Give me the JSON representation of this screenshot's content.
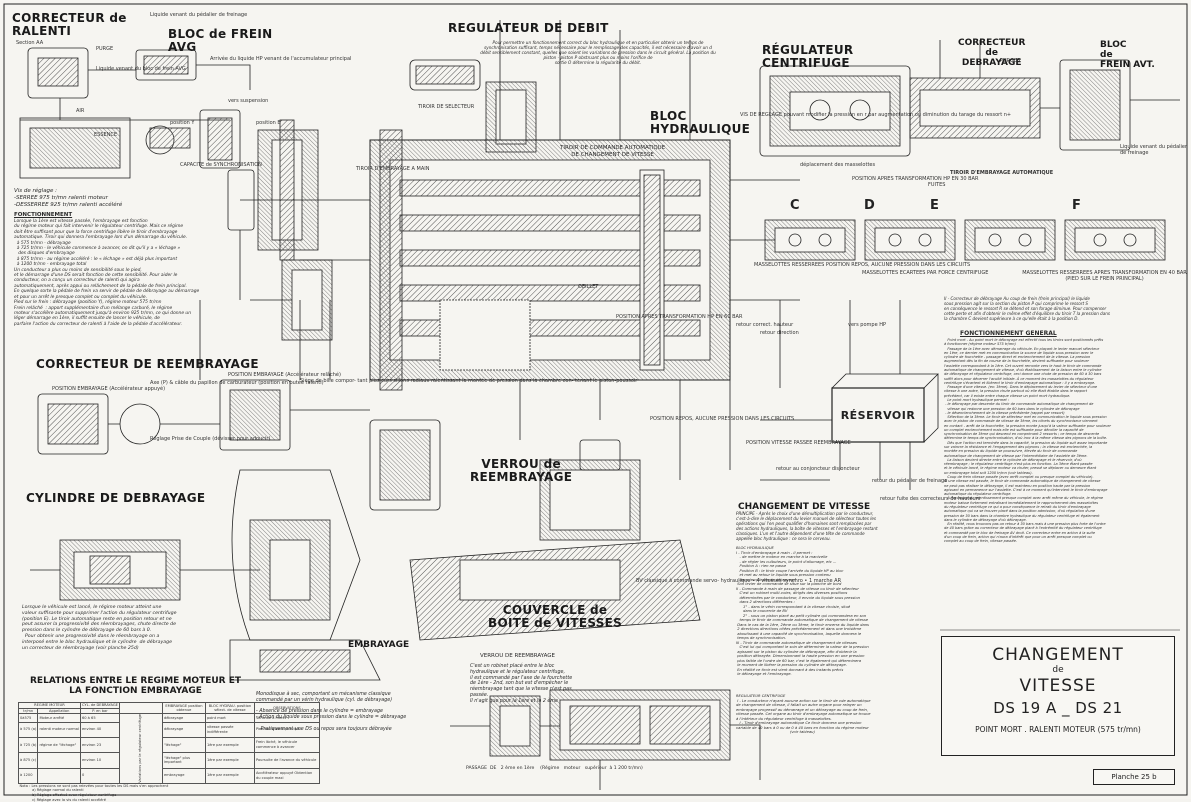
{
  "headings": {
    "correcteur_ralenti": "CORRECTEUR de\nRALENTI",
    "bloc_frein": "BLOC de FREIN\nAVG",
    "regulateur_debit": "REGULATEUR DE DEBIT",
    "regulateur_centrifuge": "RÉGULATEUR\nCENTRIFUGE",
    "correcteur_debrayage": "CORRECTEUR\nde\nDEBRAYAGE",
    "bloc_frein_avt": "BLOC\nde\nFREIN AVT.",
    "bloc_hydraulique": "BLOC\nHYDRAULIQUE",
    "tiroir_commande": "TIROIR DE COMMANDE AUTOMATIQUE\nDE CHANGEMENT DE VITESSE",
    "correcteur_reembrayage": "CORRECTEUR DE REEMBRAYAGE",
    "cylindre_debrayage": "CYLINDRE DE DEBRAYAGE",
    "verrou": "VERROU de\nREEMBRAYAGE",
    "couvercle": "COUVERCLE de\nBOITE de VITESSES",
    "embrayage": "EMBRAYAGE",
    "changement_vitesse": "CHANGEMENT DE VITESSE",
    "reservoir": "RÉSERVOIR",
    "relations": "RELATIONS ENTRE LE REGIME MOTEUR ET\nLA FONCTION EMBRAYAGE",
    "fonctionnement_general": "FONCTIONNEMENT GENERAL",
    "verrou_reembrayage_title": "VERROU DE REEMBRAYAGE"
  },
  "positions": [
    "C",
    "D",
    "E",
    "F"
  ],
  "labels": {
    "section_aa": "Section AA",
    "purge": "PURGE",
    "liquide_venant_pedalier": "Liquide venant du\npédalier de freinage",
    "arrivee_liquide": "Arrivée du\nliquide HP venant de\nl'accumulateur principal",
    "liquide_venant_bloc": "Liquide venant\ndu bloc de\nfrein AVG",
    "vers_suspension": "vers suspension",
    "air": "AIR",
    "essence": "ESSENCE",
    "position_y": "position Y",
    "position_b": "position B",
    "capacite_synchro": "CAPACITE\nde\nSYNCHRONISATION",
    "tiroir_selecteur": "TIROIR\nDE\nSELECTEUR",
    "tiroir_embrayage_main": "TIROIR\nD'EMBRAYAGE\nA MAIN",
    "vis_reglage": "VIS DE REGLAGE\npouvant modifier la\npression en r par\naugmentation ou\ndiminution du tarage\ndu ressort n+",
    "deplacement_masselottes": "déplacement des\nmasselottes",
    "position_apres": "POSITION APRES\nTRANSFORMATION\nHP EN 30 BAR",
    "fuites": "FUITES",
    "tiroir_embrayage_auto": "TIROIR D'EMBRAYAGE AUTOMATIQUE",
    "purges": "PURGES",
    "liquide_venant_pedalier2": "Liquide venant du\npédalier de freinage",
    "masselottes_resserrees": "MASSELOTTES RESSERREES\nPOSITION REPOS, AUCUNE\nPRESSION DANS\nLES CIRCUITS",
    "masselottes_ecartees": "MASSELOTTES   ECARTEES\nPAR   FORCE\nCENTRIFUGE",
    "masselottes_apres": "MASSELOTTES   RESSERREES\nAPRES   TRANSFORMATION   EN   40 BAR\n(PIED  SUR  LE  FREIN  PRINCIPAL)",
    "oeillet": "OEILLET",
    "position_apres2": "POSITION APRES\nTRANSFORMATION\nHP EN 60 BAR",
    "position_repos": "POSITION REPOS, AUCUNE\nPRESSION DANS LES\nCIRCUITS",
    "position_vitesse_passee": "POSITION\nVITESSE PASSEE\nREEMBRAYAGE",
    "retour_reservoir": "retour au\nconjoncteur disjoncteur",
    "retour_pedalier": "retour du\npédalier de\nfreinage",
    "retour_fuite": "retour fuite des\ncorrecteurs de hauteurs",
    "retour_correct": "retour\ncorrect.\nhauteur",
    "vers_pompe": "vers\npompe HP",
    "bv_classique": "BV classique à\ncommande servo-\nhydraulique\n• 4 vitesses synchro\n• 1 marche AR",
    "retour_direction": "retour direction",
    "position_embrayage": "POSITION EMBRAYAGE\n(Accélérateur appuyé)",
    "position_embrayage2": "POSITION EMBRAYAGE\n(Accélérateur relâché)",
    "axe_papillon": "Axe (P) & câble du\npapillon de carburateur\n(position en\nbutée ralenti)",
    "siege_bille": "Siège de bille compor-\ntant plusieurs sillons\nradiaux ralentissant la\nmontée de pression\ndans la chambre con-\ntenant le piston-poussoir",
    "reglage_prise": "Réglage Prise de\nCouple\n(dévisser pour adoucir)"
  },
  "texts": {
    "vis_reglage_ralenti": "Vis de réglage :\n-SERREE 975 tr/mn ralenti moteur\n-DESSERREE 925 tr/mn ralenti accéléré",
    "fonctionnement_title": "FONCTIONNEMENT",
    "fonctionnement": "Lorsque la 1ère est vitesse passée, l'embrayage est fonction\ndu régime moteur qui fait intervenir le régulateur centrifuge. Mais ce régime\ndoit être suffisant pour que la force centrifuge libère le tiroir d'embrayage\nautomatique. Tiroir qui donnera l'embrayage lors d'un démarrage du véhicule.\n  à 575 tr/mn - débrayage\n  à 725 tr/mn - le véhicule commence à avancer, on dit qu'il y a « léchage »\n   des disques d'embrayage\n  à 875 tr/mn - au régime accéléré : le « léchage » est déjà plus important\n  à 1200 tr/mn - embrayage total\nUn conducteur a plus ou moins de sensibilité sous le pied,\net le démarrage d'une DS serait fonction de cette sensibilité. Pour aider le\nconducteur, on a conçu un correcteur de ralenti qui agira\nautomatiquement, après appui ou relâchement de la pédale de frein principal.\nEn quelque sorte la pédale de frein va servir de pédale de débrayage au démarrage\net pour un arrêt le presque complet ou complet du véhicule.\nPied sur le frein : débrayage (position Y), régime moteur 575 tr/mn\nFrein relâché  : apport supplémentaire d'un mélange carburé, le régime\nmoteur s'accélère automatiquement jusqu'à environ 925 tr/mn, ce qui donne un\nléger démarrage en 1ère, il suffit ensuite de lancer le véhicule, de\nparfaire l'action du correcteur de ralenti à l'aide de la pédale d'accélérateur.",
    "cylindre_text": "Lorsque le véhicule est lancé, le régime moteur atteint une\nvaleur suffisante pour supprimer l'action du régulateur centrifuge\n(position E). Le tiroir automatique reste en position retour et ne\npeut assurer la progressivité des réembrayages, chute directe de\npression dans le cylindre de débrayage de 60 bars à 0.\n  Pour obtenir une progressivité dans le réembrayage on a\ninterposé entre le bloc hydraulique et le cylindre  de débrayage\nun correcteur de réembrayage (voir planche 25d)",
    "regulateur_debit_text": "Pour permettre un fonctionnement correct du bloc hydraulique et en particulier obtenir un temps de\nsynchronisation suffisant, temps nécessaire pour le remplissage des capacités, il est nécessaire d'avoir un d\ndébit sensiblement constant, quelles que soient les variations de pression dans le circuit général. La position du\npiston - piston P obstruant plus ou moins l'orifice de\nsortie O détermine la régularité du débit.",
    "verrou_text": "C'est un robinet placé entre le bloc\nhydraulique et le régulateur centrifuge,\nil est commandé par l'axe de la fourchette\nde 1ère - 2nd, son but est d'empêcher le\nréembrayage tant que la vitesse n'est pas\npassée.\nIl n'agit que pour la 1ère et la 2 ème",
    "embrayage_text": "Monodisque à sec, comportant un mécanisme classique\ncommandé par un vérin hydraulique (cyl. de débrayage)\n\n- Absence de pression dans le cylindre = embrayage\n- Action du liquide sous pression dans le cylindre = débrayage\n\n   Pratiquement une DS ou repos sera toujours débrayée",
    "principe": "PRINCIPE - Après le choix d'une démultiplication par le conducteur,\nc'est-à-dire le déplacement du levier manuel de sélecteur toutes les\nopérations qui l'en peut qualifier d'humaines sont remplacées par\ndes actions hydrauliques, la boîte de vitesses et l'embrayage restant\nclassiques. L'un et l'autre dépendent d'une tête de commande\nappelée bloc hydraulique : ce sera le cerveau.",
    "bloc_hydraulique_text": "BLOC HYDRAULIQUE\nI - Tiroir d'embrayage à main - Il permet :\n   - de mettre le moteur en marche à la manivelle\n   - de régler les culbuteurs, le point d'allumage, etc ...\n   Position A : rien ne passe\n   Position B : le tiroir coupe l'arrivée du liquide HP au bloc\n   et met au retour le liquide sous pression contenu\n   dans le cylindre de débrayage\n Son levier de commande se situe sur la planche de bord\nII - Commande à main de passage de vitesse ou tiroir de sélecteur\n   C'est un robinet multi-voies, dirigés des diverses positions\n   déterminées par le conducteur, il envoie du liquide sous pression\n   dans 2 directions différentes :\n      1° - dans le vérin correspondant à la vitesse choisie, situé\n      dans le couvercle de BV\n      2° - sous un piston placé au petit cylindre qui commandera en son\n   temps le tiroir de commande automatique de changement de vitesse\n Dans le cas de la 1ère, 2ème ou 3ème, le tiroir enverra du liquide dans\n 2 directions directions citées précédemment et dans une troisième\n aboutissant à une capacité de synchronisation, laquelle donnera le\n temps de synchronisation.\nIII - Tiroir de commande automatique de changement de vitesses\n   C'est lui qui comportant le soin de déterminer la valeur de la pression\n agissant sur le piston du cylindre de débrayage, afin d'obtenir la\n position débrayée. Dimensionnant la haute pression en une pression\n plus faible de l'ordre de 60 bar, c'est le également qui déterminera\n le moment de libérer la pression du cylindre de débrayage.\n En réalité ce tiroir est vient donnant à des instants précis\n le débrayage et l'embrayage.",
    "regulateur_centrifuge_text": "REGULATEUR CENTRIFUGE\n I - Le conducteur n'ayant aucune action sur le tiroir de vde automatique\nde changement de vitesse, il fallait un autre organe pour relayer un\nembrayage progressif au démarrage et un débrayage au coup de frein,\nvitesse passée. Cet organe au tiroir d'embrayage automatique se trouve\nà l'intérieur du régulateur centrifuge à masselottes.\n   I - Tiroir d'embrayage automatique Ce tiroir donnera une pression\nvariable de 40 bars à 0 ou de 0 à 40 bars en fonction du régime moteur\n                                              (voir tableau)",
    "correcteur_debrayage_text": "II - Correcteur de débrayage Au coup de frein (frein principal) le liquide\nsous pression agit sur la section du piston P qui comprime le ressort S\nen conséquence le ressort R se détend et son forage diminue. Pour compenser\ncette perte et afin d'obtenir le même effet d'équilibre du tiroir T la pression dans\nla chambre C devient supérieure à ce qu'elle était à la position D.",
    "fonctionnement_general_text": "   Point mort - Au point mort le débrayage est effectif tous les tiroirs sont positionnés prêts\nà fonctionner (régime moteur 575 tr/mn)\n   Passage de la 1ère avec démarrage du véhicule. En plaçant le levier manuel sélecteur\nen 1ère, ce dernier met en communication la source de liquide sous pression avec le\ncylindre de fourchette - passage direct et enclenchement de la vitesse. La pression\naugmentant dès la fin de course de la fourchette, devient suffisante pour soulever\nl'assiette correspondant à la 1ère. Cet ouvert remonte vers le haut le tiroir de commande\nautomatique de changement de vitesse, d'où établissement de la liaison entre le cylindre\nde débrayage et régulateur centrifuge, ceci donne une chute de pression de 60 à 30 bars\nsuffit alors pour déverrer l'acuité initiale. À ce moment les masselottes du régulateur\ncentrifuge s'écartent et libèrent le tiroir d'embrayage automatique : il y a embrayage.\n   Passage d'une vitesse. (ex: 3ème). Dans le déplacement du levier de sélecteur d'une\nvitesse à une autre, la pression chute partout où elle était établie dans le rapport\nprécédent, car il existe entre chaque vitesse un point mort hydraulique.\n   Le point mort hydraulique permet :\n - le débrayage par descente du tiroir de commande automatique de changement de\n   vitesse qui redonne une pression de 60 bars dans le cylindre de débrayage\n - le désenclenchement de la vitesse précédente (rappel par ressort)\n   Sélection de la 3ème. Le tiroir de sélecteur met en communication le liquide sous pression\navec le piston de commande de vitesse de 3ème, les clinets du synchroniseur viennent\nen contact - arrêt de la fourchette, la pression monte jusqu'à la valeur suffisante pour soulever\nun complet enclenchement mais elle est suffisante pour décoller la capacité de\nsynchronisation de 3ème qui descend en comprimant 2 ressorts ; ce temps de descente\ndétermine le temps de synchronisation, d'où inoc à la même vitesse des pignons de la boîte.\n   Dès que l'action est terminée dans la capacité, la pression du liquide suit assez importante\nsur vaincre la résistance et l'engagement des pignons ; la vitesse est enclenchée, la\nmontée en pression du liquide se poursuivre, élevée du tiroir de commande\nautomatique de changement de vitesse par l'intermédiaire de l'assiette de 3ème.\n   La liaison devient directe entre le cylindre de débrayage et le réservoir, d'où\nréembrayage ; le régulateur centrifuge n'est plus en fonction. La 3ème étant passée\net le véhicule lancé, le régime moteur va chuter, pressé se déplacer ou demeure étant\nun embrayage total soit 1200 tr/mn (voir tableau).\n   Coup de frein vitesse passée (avec arrêt complet ou presque complet du véhicule).\nSi une vitesse est passée, le tiroir de commande automatique de changement de vitesse\nne peut pas réaliser le débrayage, il est maintenu en position haute par la pression\nagissant en permanence sur l'assiette. C'est à ce moment qu'intervient le tiroir d'embrayage\nautomatique du régulateur centrifuge.\n   À l'occasion du ralentissement presque complet avec arrêt même du véhicule, le régime\nmoteur baisse fortement entraînant immédiatement le rapprochement des masselottes\ndu régulateur centrifuge ce qui a pour conséquence le retrait du tiroir d'embrayage\nautomatique qui va se trouver placé dans la position admission, d'où régulation d'une\npression de 30 bars dans la chambre hydraulique du régulateur centrifuge et également\ndans le cylindre de débrayage d'où débrayage.\n   En réalité, nous trouvons pas un retour à 30 bars mais à une pression plus forte de l'ordre\nde 40 bars grâce au correcteur de débrayage placé à l'extrémité du régulateur centrifuge\net commandé par le bloc de freinage AV droit. Ce correcteur entre en action à la suite\nd'un coup de frein, action qui n'aura d'intérêt que pour un arrêt presque complet ou\ncomplet au coup de frein, vitesse passée.",
    "passage_text": "PASSAGE  DE   2 ème en 1ère    (Régime   moteur   supérieur  à 1 200 tr/mn)"
  },
  "table": {
    "headers": [
      "REGIME MOTEUR",
      "CYL. de DEBRAYAGE",
      "EMBRAYAGE position obtenue",
      "BLOC HYDRAU. position sélect. de vitesse",
      "OBSERVATIONS"
    ],
    "subheaders": [
      "tr/mn",
      "Appellation",
      "P. en bar"
    ],
    "rows": [
      [
        "0à575",
        "Moteur arrêté",
        "60 à 65",
        "débrayage",
        "point mort",
        "Véhicule à l'arrêt"
      ],
      [
        "à 575 (a)",
        "ralenti moteur normal",
        "environ 40",
        "débrayage",
        "vitesse passée indifférente",
        "Pied sur le frein principal"
      ],
      [
        "à 725 (b)",
        "régime de \"léchage\"",
        "environ 23",
        "\"léchage\"",
        "1ère par exemple",
        "Frein lâché, le véhicule commence à avancer"
      ],
      [
        "à 875 (c)",
        "",
        "environ 10",
        "\"léchage\" plus important",
        "1ère par exemple",
        "Poursuite de l'avance du véhicule"
      ],
      [
        "à 1200",
        "",
        "0",
        "embrayage",
        "1ère par exemple",
        "Accélérateur appuyé Obtention du couple maxi"
      ]
    ],
    "side_label": "Variations par le régulateur centrifuge",
    "notes": "Nota : Les pressions ne sont pas relevées pour toutes les DS mais s'en approchent\n           a) Réglage normal du ralenti\n           b) Réglage effectué avec régulateur centrifuge\n           c) Réglage avec la vis du ralenti accéléré"
  },
  "title_block": {
    "line1": "CHANGEMENT",
    "line2": "de",
    "line3": "VITESSE",
    "line4": "DS 19 A _ DS 21",
    "line5": "POINT MORT . RALENTI MOTEUR  (575 tr/mn)",
    "planche": "Planche  25 b"
  },
  "colors": {
    "ink": "#1e1e1e",
    "paper": "#f6f5f1",
    "hatch": "#555555"
  }
}
